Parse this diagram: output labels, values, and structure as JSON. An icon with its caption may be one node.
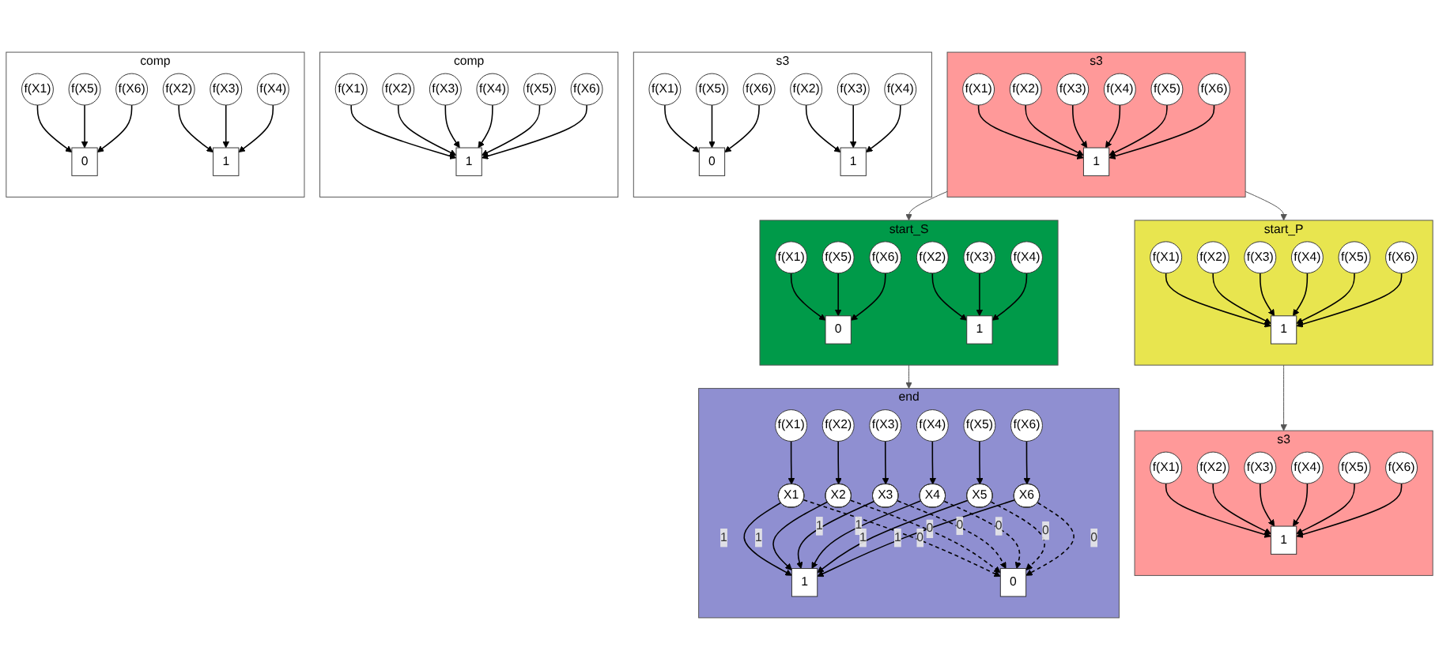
{
  "diagram": {
    "nodes": [
      {
        "text": [
          "s3"
        ]
      },
      {
        "text": [
          "f(X1)"
        ],
        "in": 0
      },
      {
        "text": [
          "f(X2)"
        ],
        "in": 0
      },
      {
        "text": [
          "f(X3)"
        ],
        "in": 0
      },
      {
        "text": [
          "f(X4)"
        ],
        "in": 0
      },
      {
        "text": [
          "f(X5)"
        ],
        "in": 0
      },
      {
        "text": [
          "f(X6)"
        ],
        "in": 0
      },
      {
        "text": [
          "1"
        ],
        "in": 0
      },
      {
        "text": [
          "s3"
        ]
      },
      {
        "text": [
          "f(X1)"
        ],
        "in": 8
      },
      {
        "text": [
          "f(X2)"
        ],
        "in": 8
      },
      {
        "text": [
          "f(X3)"
        ],
        "in": 8
      },
      {
        "text": [
          "f(X4)"
        ],
        "in": 8
      },
      {
        "text": [
          "f(X5)"
        ],
        "in": 8
      },
      {
        "text": [
          "f(X6)"
        ],
        "in": 8
      },
      {
        "text": [
          "0"
        ],
        "in": 8
      },
      {
        "text": [
          "1"
        ],
        "in": 8
      },
      {
        "text": [
          "start_S"
        ]
      },
      {
        "text": [
          "f(X1)"
        ],
        "in": 17
      },
      {
        "text": [
          "f(X2)"
        ],
        "in": 17
      },
      {
        "text": [
          "f(X3)"
        ],
        "in": 17
      },
      {
        "text": [
          "f(X4)"
        ],
        "in": 17
      },
      {
        "text": [
          "f(X5)"
        ],
        "in": 17
      },
      {
        "text": [
          "f(X6)"
        ],
        "in": 17
      },
      {
        "text": [
          "0"
        ],
        "in": 17
      },
      {
        "text": [
          "1"
        ],
        "in": 17
      },
      {
        "text": [
          "start_P"
        ]
      },
      {
        "text": [
          "f(X1)"
        ],
        "in": 26
      },
      {
        "text": [
          "f(X2)"
        ],
        "in": 26
      },
      {
        "text": [
          "f(X3)"
        ],
        "in": 26
      },
      {
        "text": [
          "f(X4)"
        ],
        "in": 26
      },
      {
        "text": [
          "f(X5)"
        ],
        "in": 26
      },
      {
        "text": [
          "f(X6)"
        ],
        "in": 26
      },
      {
        "text": [
          "1"
        ],
        "in": 26
      },
      {
        "text": [
          "end"
        ]
      },
      {
        "text": [
          "f(X1)"
        ],
        "in": 34
      },
      {
        "text": [
          "f(X2)"
        ],
        "in": 34
      },
      {
        "text": [
          "f(X3)"
        ],
        "in": 34
      },
      {
        "text": [
          "f(X4)"
        ],
        "in": 34
      },
      {
        "text": [
          "f(X5)"
        ],
        "in": 34
      },
      {
        "text": [
          "f(X6)"
        ],
        "in": 34
      },
      {
        "text": [
          "X1"
        ],
        "in": 34
      },
      {
        "text": [
          "X2"
        ],
        "in": 34
      },
      {
        "text": [
          "X3"
        ],
        "in": 34
      },
      {
        "text": [
          "X4"
        ],
        "in": 34
      },
      {
        "text": [
          "X5"
        ],
        "in": 34
      },
      {
        "text": [
          "X6"
        ],
        "in": 34
      },
      {
        "text": [
          "1"
        ],
        "in": 34
      },
      {
        "text": [
          "0"
        ],
        "in": 34
      },
      {
        "text": [
          "s3"
        ]
      },
      {
        "text": [
          "f(X1)"
        ],
        "in": 49
      },
      {
        "text": [
          "f(X2)"
        ],
        "in": 49
      },
      {
        "text": [
          "f(X3)"
        ],
        "in": 49
      },
      {
        "text": [
          "f(X4)"
        ],
        "in": 49
      },
      {
        "text": [
          "f(X5)"
        ],
        "in": 49
      },
      {
        "text": [
          "f(X6)"
        ],
        "in": 49
      },
      {
        "text": [
          "1"
        ],
        "in": 49
      },
      {
        "text": [
          "comp"
        ]
      },
      {
        "text": [
          "f(X1)"
        ],
        "in": 57
      },
      {
        "text": [
          "f(X2)"
        ],
        "in": 57
      },
      {
        "text": [
          "f(X3)"
        ],
        "in": 57
      },
      {
        "text": [
          "f(X4)"
        ],
        "in": 57
      },
      {
        "text": [
          "f(X5)"
        ],
        "in": 57
      },
      {
        "text": [
          "f(X6)"
        ],
        "in": 57
      },
      {
        "text": [
          "1"
        ],
        "in": 57
      },
      {
        "text": [
          "comp"
        ]
      },
      {
        "text": [
          "f(X1)"
        ],
        "in": 65
      },
      {
        "text": [
          "f(X2)"
        ],
        "in": 65
      },
      {
        "text": [
          "f(X3)"
        ],
        "in": 65
      },
      {
        "text": [
          "f(X4)"
        ],
        "in": 65
      },
      {
        "text": [
          "f(X5)"
        ],
        "in": 65
      },
      {
        "text": [
          "f(X6)"
        ],
        "in": 65
      },
      {
        "text": [
          "0"
        ],
        "in": 65
      },
      {
        "text": [
          "1"
        ],
        "in": 65
      }
    ],
    "edges": [
      {
        "from": 1,
        "to": 7,
        "arrow": "to"
      },
      {
        "from": 2,
        "to": 7,
        "arrow": "to"
      },
      {
        "from": 3,
        "to": 7,
        "arrow": "to"
      },
      {
        "from": 4,
        "to": 7,
        "arrow": "to"
      },
      {
        "from": 5,
        "to": 7,
        "arrow": "to"
      },
      {
        "from": 6,
        "to": 7,
        "arrow": "to"
      },
      {
        "from": 9,
        "to": 15,
        "arrow": "to"
      },
      {
        "from": 10,
        "to": 16,
        "arrow": "to"
      },
      {
        "from": 11,
        "to": 16,
        "arrow": "to"
      },
      {
        "from": 12,
        "to": 16,
        "arrow": "to"
      },
      {
        "from": 13,
        "to": 15,
        "arrow": "to"
      },
      {
        "from": 14,
        "to": 15,
        "arrow": "to"
      },
      {
        "from": 18,
        "to": 24,
        "arrow": "to"
      },
      {
        "from": 19,
        "to": 25,
        "arrow": "to"
      },
      {
        "from": 20,
        "to": 25,
        "arrow": "to"
      },
      {
        "from": 21,
        "to": 25,
        "arrow": "to"
      },
      {
        "from": 22,
        "to": 24,
        "arrow": "to"
      },
      {
        "from": 23,
        "to": 24,
        "arrow": "to"
      },
      {
        "from": 27,
        "to": 33,
        "arrow": "to"
      },
      {
        "from": 28,
        "to": 33,
        "arrow": "to"
      },
      {
        "from": 29,
        "to": 33,
        "arrow": "to"
      },
      {
        "from": 30,
        "to": 33,
        "arrow": "to"
      },
      {
        "from": 31,
        "to": 33,
        "arrow": "to"
      },
      {
        "from": 32,
        "to": 33,
        "arrow": "to"
      },
      {
        "from": 35,
        "to": 41,
        "arrow": "to"
      },
      {
        "from": 36,
        "to": 42,
        "arrow": "to"
      },
      {
        "from": 37,
        "to": 43,
        "arrow": "to"
      },
      {
        "from": 38,
        "to": 44,
        "arrow": "to"
      },
      {
        "from": 39,
        "to": 45,
        "arrow": "to"
      },
      {
        "from": 40,
        "to": 46,
        "arrow": "to"
      },
      {
        "from": 41,
        "to": 47,
        "arrow": "to",
        "label": "1"
      },
      {
        "from": 41,
        "to": 48,
        "arrow": "to",
        "label": "0",
        "style": "dashed"
      },
      {
        "from": 42,
        "to": 47,
        "arrow": "to",
        "label": "1"
      },
      {
        "from": 42,
        "to": 48,
        "arrow": "to",
        "label": "0",
        "style": "dashed"
      },
      {
        "from": 43,
        "to": 47,
        "arrow": "to",
        "label": "1"
      },
      {
        "from": 43,
        "to": 48,
        "arrow": "to",
        "label": "0",
        "style": "dashed"
      },
      {
        "from": 44,
        "to": 47,
        "arrow": "to",
        "label": "1"
      },
      {
        "from": 44,
        "to": 48,
        "arrow": "to",
        "label": "0",
        "style": "dashed"
      },
      {
        "from": 45,
        "to": 47,
        "arrow": "to",
        "label": "1"
      },
      {
        "from": 45,
        "to": 48,
        "arrow": "to",
        "label": "0",
        "style": "dashed"
      },
      {
        "from": 46,
        "to": 47,
        "arrow": "to",
        "label": "1"
      },
      {
        "from": 46,
        "to": 48,
        "arrow": "to",
        "label": "0",
        "style": "dashed"
      },
      {
        "from": 50,
        "to": 56,
        "arrow": "to"
      },
      {
        "from": 51,
        "to": 56,
        "arrow": "to"
      },
      {
        "from": 52,
        "to": 56,
        "arrow": "to"
      },
      {
        "from": 53,
        "to": 56,
        "arrow": "to"
      },
      {
        "from": 54,
        "to": 56,
        "arrow": "to"
      },
      {
        "from": 55,
        "to": 56,
        "arrow": "to"
      },
      {
        "from": 58,
        "to": 64,
        "arrow": "to"
      },
      {
        "from": 59,
        "to": 64,
        "arrow": "to"
      },
      {
        "from": 60,
        "to": 64,
        "arrow": "to"
      },
      {
        "from": 61,
        "to": 64,
        "arrow": "to"
      },
      {
        "from": 62,
        "to": 64,
        "arrow": "to"
      },
      {
        "from": 63,
        "to": 64,
        "arrow": "to"
      },
      {
        "from": 66,
        "to": 72,
        "arrow": "to"
      },
      {
        "from": 67,
        "to": 73,
        "arrow": "to"
      },
      {
        "from": 68,
        "to": 73,
        "arrow": "to"
      },
      {
        "from": 69,
        "to": 73,
        "arrow": "to"
      },
      {
        "from": 70,
        "to": 72,
        "arrow": "to"
      },
      {
        "from": 71,
        "to": 72,
        "arrow": "to"
      },
      {
        "from": 0,
        "to": 17,
        "arrow": "to",
        "color": "#555555"
      },
      {
        "from": 0,
        "to": 26,
        "arrow": "to",
        "color": "#555555"
      },
      {
        "from": 17,
        "to": 34,
        "arrow": "to",
        "color": "#555555"
      },
      {
        "from": 26,
        "to": 49,
        "arrow": "to",
        "color": "#555555"
      }
    ]
  }
}
